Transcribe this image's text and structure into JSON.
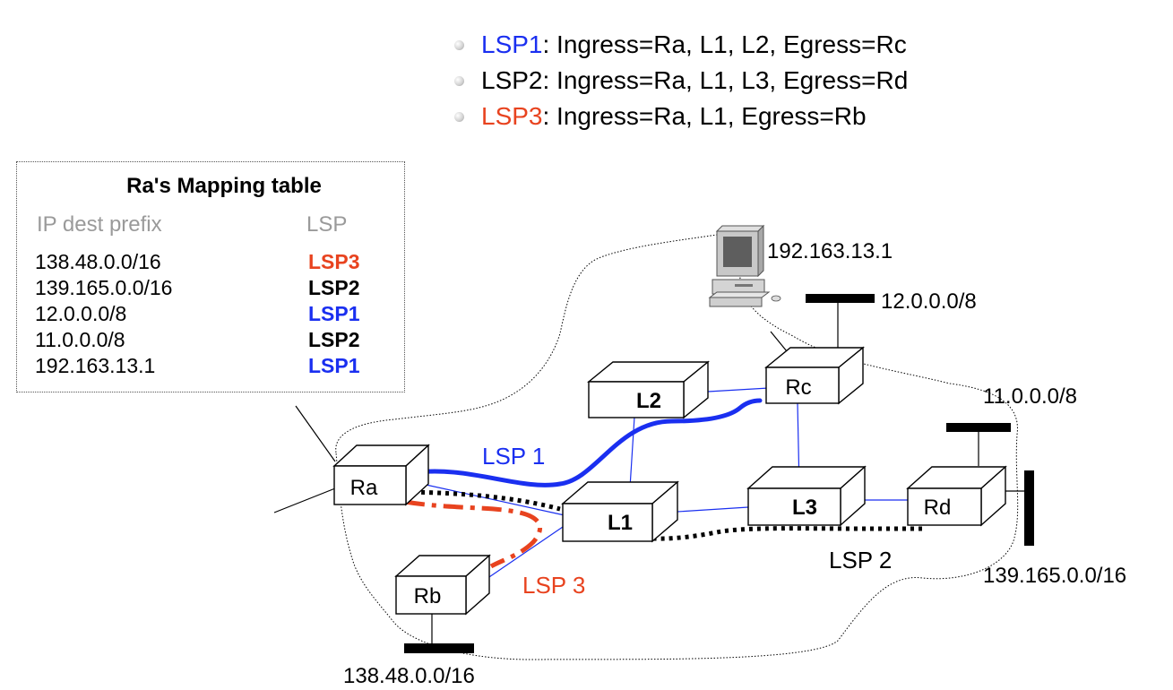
{
  "lsp_list": [
    {
      "name": "LSP1",
      "detail": ": Ingress=Ra, L1, L2, Egress=Rc",
      "color": "#1a2ff0"
    },
    {
      "name": "LSP2",
      "detail": ": Ingress=Ra, L1, L3, Egress=Rd",
      "color": "#000000"
    },
    {
      "name": "LSP3",
      "detail": ": Ingress=Ra, L1, Egress=Rb",
      "color": "#e8431f"
    }
  ],
  "mapping_table": {
    "title": "Ra's Mapping table",
    "col_prefix": "IP dest prefix",
    "col_lsp": "LSP",
    "rows": [
      {
        "prefix": "138.48.0.0/16",
        "lsp": "LSP3",
        "color": "#e8431f"
      },
      {
        "prefix": "139.165.0.0/16",
        "lsp": "LSP2",
        "color": "#000000"
      },
      {
        "prefix": "12.0.0.0/8",
        "lsp": "LSP1",
        "color": "#1a2ff0"
      },
      {
        "prefix": "11.0.0.0/8",
        "lsp": "LSP2",
        "color": "#000000"
      },
      {
        "prefix": "192.163.13.1",
        "lsp": "LSP1",
        "color": "#1a2ff0"
      }
    ]
  },
  "routers": {
    "ra": "Ra",
    "rb": "Rb",
    "rc": "Rc",
    "rd": "Rd",
    "l1": "L1",
    "l2": "L2",
    "l3": "L3"
  },
  "network_labels": {
    "host": "192.163.13.1",
    "net_12": "12.0.0.0/8",
    "net_11": "11.0.0.0/8",
    "net_139": "139.165.0.0/16",
    "net_138": "138.48.0.0/16"
  },
  "path_labels": {
    "lsp1": "LSP 1",
    "lsp2": "LSP 2",
    "lsp3": "LSP 3"
  },
  "colors": {
    "lsp1": "#1a2ff0",
    "lsp2": "#000000",
    "lsp3": "#e8431f",
    "link": "#1a2ff0",
    "header_gray": "#9a9a9a"
  }
}
